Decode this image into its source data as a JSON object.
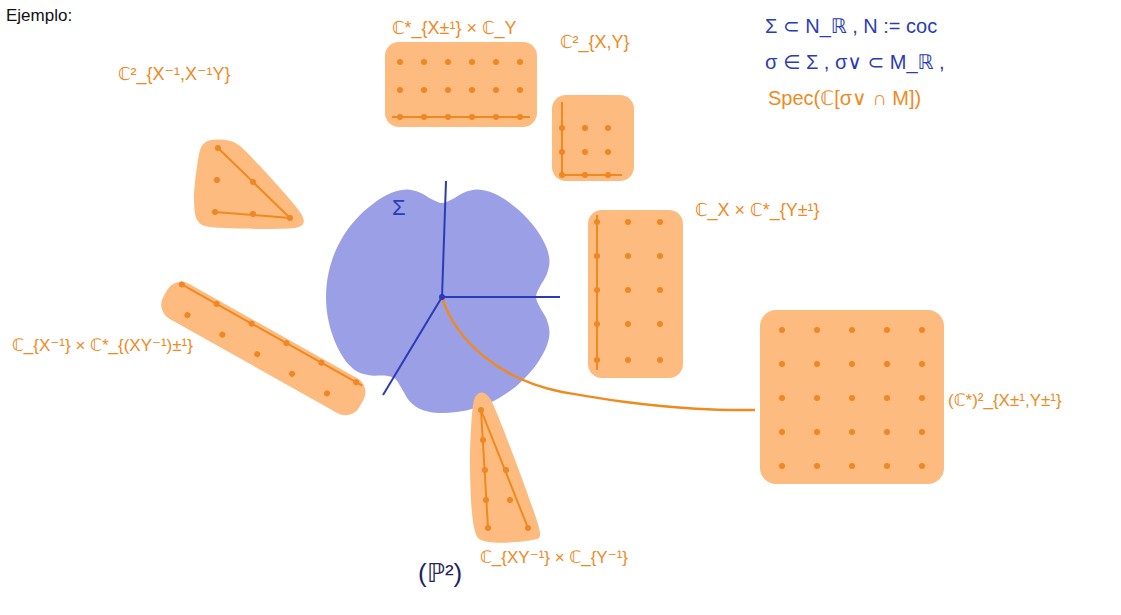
{
  "diagram": {
    "title": "Ejemplo:",
    "nodes": [
      {
        "text": [
          "ℂ*_{X±¹} × ℂ_Y"
        ]
      },
      {
        "text": [
          "ℂ²_{X,Y}"
        ]
      },
      {
        "text": [
          "ℂ²_{X⁻¹,X⁻¹Y}"
        ]
      },
      {
        "text": [
          "Σ"
        ]
      },
      {
        "text": [
          "ℂ_X × ℂ*_{Y±¹}"
        ]
      },
      {
        "text": [
          "(ℂ*)²_{X±¹,Y±¹}"
        ]
      },
      {
        "text": [
          "ℂ_{X⁻¹} × ℂ*_{(XY⁻¹)±¹}"
        ]
      },
      {
        "text": [
          "ℂ_{XY⁻¹} × ℂ_{Y⁻¹}"
        ]
      }
    ],
    "edges": [
      {
        "from": 3,
        "to": 5,
        "arrow": "none"
      }
    ],
    "labels": [
      "Σ ⊂ N_ℝ , N := coc",
      "σ ∈ Σ , σ∨ ⊂ M_ℝ ,",
      "Spec(ℂ[σ∨ ∩ M])",
      "(ℙ²)"
    ]
  }
}
